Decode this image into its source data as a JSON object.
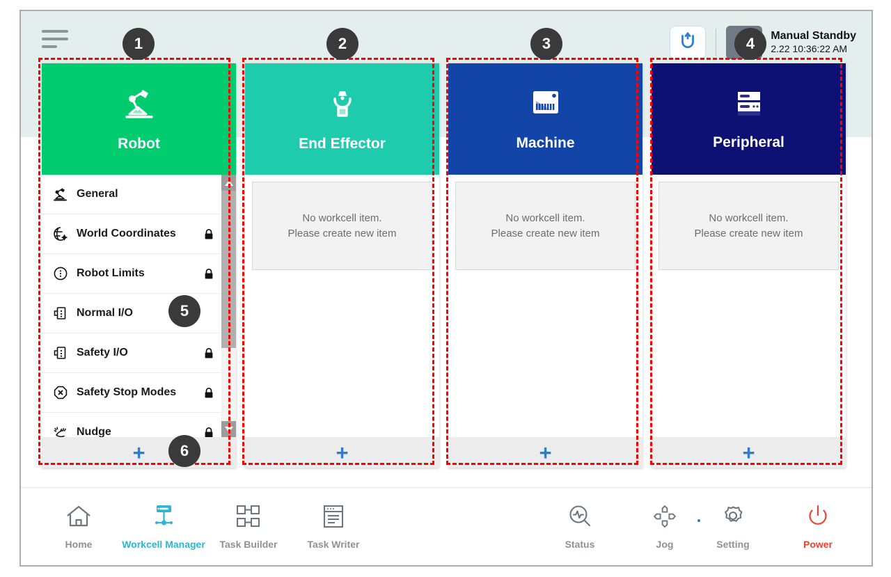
{
  "header": {
    "menu_icon": "hamburger-menu-icon",
    "reset_icon": "robot-reset-icon",
    "mode_icon": "manual-hand-icon",
    "status_title": "Manual Standby",
    "status_datetime": "2.22 10:36:22 AM"
  },
  "columns": [
    {
      "key": "robot",
      "title": "Robot",
      "icon": "robot-arm-icon",
      "color": "#00cb6e",
      "has_list": true,
      "add_label": "+",
      "items": [
        {
          "label": "General",
          "icon": "robot-arm-icon",
          "locked": false
        },
        {
          "label": "World Coordinates",
          "icon": "world-coordinates-icon",
          "locked": true
        },
        {
          "label": "Robot Limits",
          "icon": "robot-limits-icon",
          "locked": true
        },
        {
          "label": "Normal I/O",
          "icon": "io-port-icon",
          "locked": false
        },
        {
          "label": "Safety I/O",
          "icon": "io-port-icon",
          "locked": true
        },
        {
          "label": "Safety Stop Modes",
          "icon": "safety-stop-icon",
          "locked": true
        },
        {
          "label": "Nudge",
          "icon": "nudge-hand-icon",
          "locked": true
        }
      ]
    },
    {
      "key": "end-effector",
      "title": "End Effector",
      "icon": "gripper-icon",
      "color": "#1ecbad",
      "has_list": false,
      "add_label": "+",
      "empty": {
        "line1": "No workcell item.",
        "line2": "Please create new item"
      }
    },
    {
      "key": "machine",
      "title": "Machine",
      "icon": "machine-icon",
      "color": "#1344a8",
      "has_list": false,
      "add_label": "+",
      "empty": {
        "line1": "No workcell item.",
        "line2": "Please create new item"
      }
    },
    {
      "key": "peripheral",
      "title": "Peripheral",
      "icon": "peripheral-rack-icon",
      "color": "#0d1173",
      "has_list": false,
      "add_label": "+",
      "empty": {
        "line1": "No workcell item.",
        "line2": "Please create new item"
      }
    }
  ],
  "navbar": {
    "left": [
      {
        "label": "Home",
        "icon": "home-icon",
        "active": false
      },
      {
        "label": "Workcell Manager",
        "icon": "workcell-manager-icon",
        "active": true
      },
      {
        "label": "Task Builder",
        "icon": "task-builder-icon",
        "active": false
      },
      {
        "label": "Task Writer",
        "icon": "task-writer-icon",
        "active": false
      }
    ],
    "right": [
      {
        "label": "Status",
        "icon": "status-icon",
        "active": false
      },
      {
        "label": "Jog",
        "icon": "jog-icon",
        "active": false
      },
      {
        "label": "Setting",
        "icon": "setting-gear-icon",
        "active": false
      },
      {
        "label": "Power",
        "icon": "power-icon",
        "active": false
      }
    ]
  },
  "annotations": [
    {
      "number": "1"
    },
    {
      "number": "2"
    },
    {
      "number": "3"
    },
    {
      "number": "4"
    },
    {
      "number": "5"
    },
    {
      "number": "6"
    }
  ],
  "colors": {
    "annotation": "#ff0000",
    "badge": "#3a3a3a",
    "accent": "#2bb6d4",
    "power": "#ef4136",
    "add": "#2e7ecb"
  }
}
